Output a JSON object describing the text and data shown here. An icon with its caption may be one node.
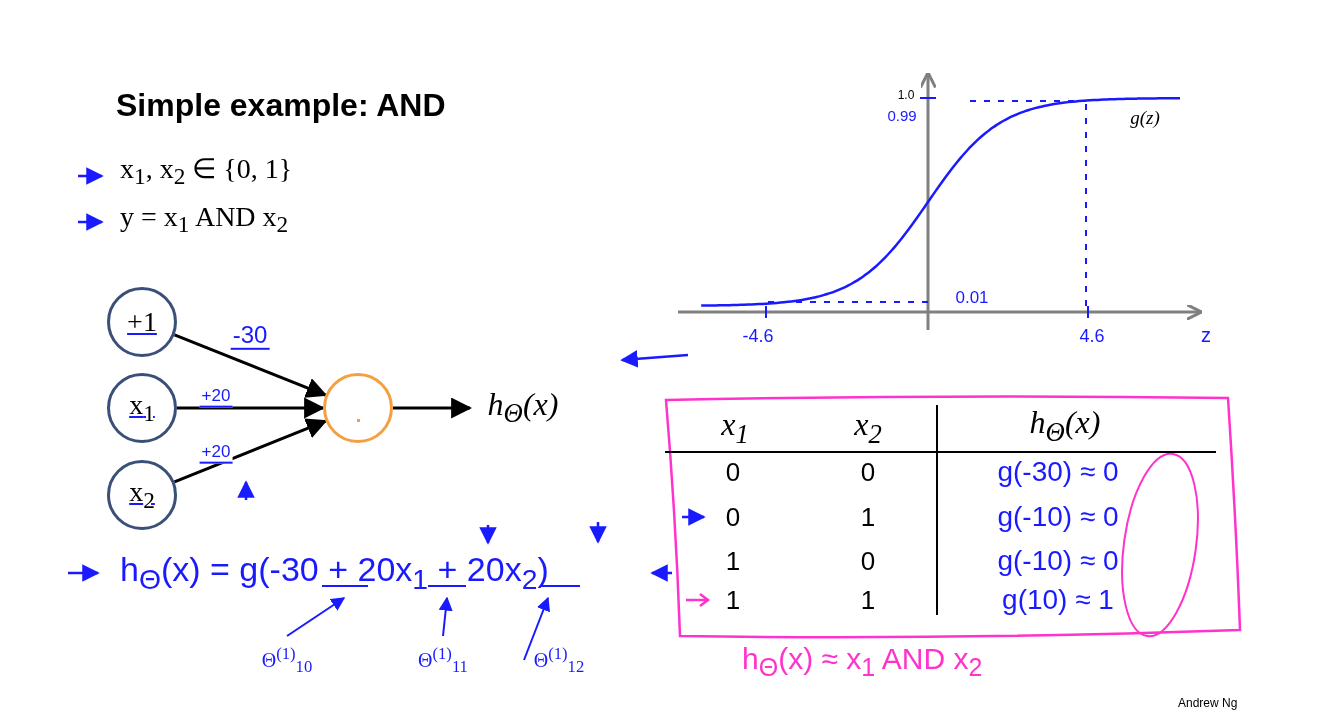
{
  "diagram": {
    "title": "Simple example: AND",
    "nodes": [
      {
        "text": [
          "+1"
        ]
      },
      {
        "text": [
          "x$_{1}$"
        ]
      },
      {
        "text": [
          "x$_{2}$"
        ]
      },
      {
        "text": [],
        "shape": "circle"
      },
      {
        "text": [
          "h$_{Θ}$(x)"
        ]
      },
      {
        "text": [
          "h$_{Θ}$(x) = g(-30 + 20x$_{1}$ + 20x$_{2}$)"
        ]
      },
      {
        "text": [
          "Θ$^{(1)}$$_{10}$"
        ]
      },
      {
        "text": [
          "Θ$^{(1)}$$_{11}$"
        ]
      },
      {
        "text": [
          "Θ$^{(1)}$$_{12}$"
        ]
      }
    ],
    "edges": [
      {
        "from": 0,
        "to": 3,
        "arrow": "to",
        "label": "-30"
      },
      {
        "from": 1,
        "to": 3,
        "arrow": "to",
        "label": "+20"
      },
      {
        "from": 2,
        "to": 3,
        "arrow": "to",
        "label": "+20"
      },
      {
        "from": 3,
        "to": 4,
        "arrow": "to"
      },
      {
        "from": 6,
        "to": 5,
        "arrow": "to",
        "color": "#1a1aff"
      },
      {
        "from": 7,
        "to": 5,
        "arrow": "to",
        "color": "#1a1aff"
      },
      {
        "from": 8,
        "to": 5,
        "arrow": "to",
        "color": "#1a1aff"
      }
    ],
    "labels": [
      "x$_{1}$, x$_{2}$ ∈ {0, 1}",
      "y = x$_{1}$ AND x$_{2}$",
      "1.0",
      "0.99",
      "0.01",
      "-4.6",
      "4.6",
      "z",
      "g(z)",
      "x$_{1}$",
      "x$_{2}$",
      "h$_{Θ}$(x)",
      "0",
      "0",
      "g(-30) ≈ 0",
      "0",
      "1",
      "g(-10) ≈ 0",
      "1",
      "0",
      "g(-10) ≈ 0",
      "1",
      "1",
      "g(10) ≈ 1",
      "h$_{Θ}$(x) ≈ x$_{1}$ AND x$_{2}$",
      "Andrew Ng"
    ]
  }
}
